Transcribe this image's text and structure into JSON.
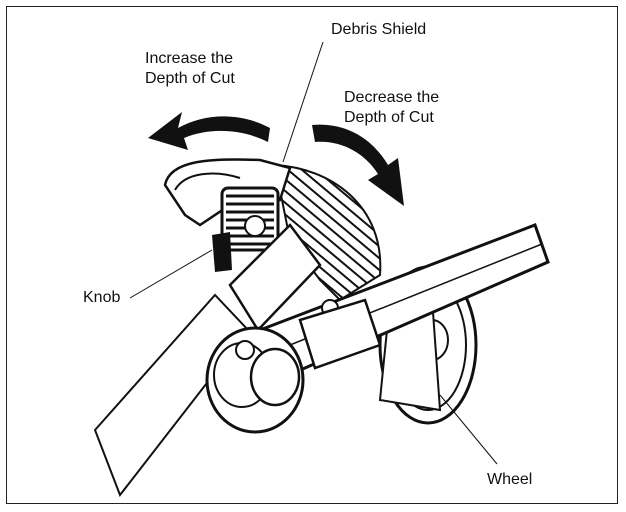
{
  "labels": {
    "debris_shield": "Debris Shield",
    "increase_line1": "Increase the",
    "increase_line2": "Depth of Cut",
    "decrease_line1": "Decrease the",
    "decrease_line2": "Depth of Cut",
    "knob": "Knob",
    "wheel": "Wheel"
  },
  "icons": [
    "curved-arrow-left-icon",
    "curved-arrow-right-icon"
  ],
  "colors": {
    "ink": "#111111",
    "paper": "#ffffff",
    "hatch": "#111111"
  }
}
